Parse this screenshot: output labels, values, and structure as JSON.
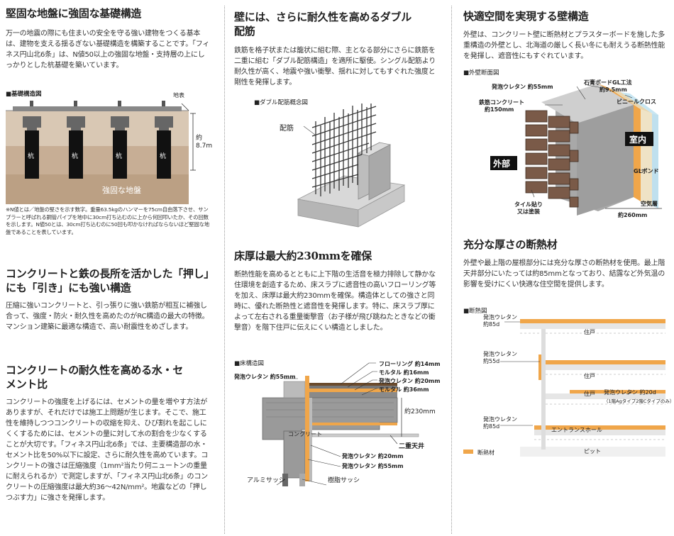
{
  "col1": {
    "h1": "堅固な地盤に強固な基礎構造",
    "p1": "万一の地震の際にも住まいの安全を守る強い建物をつくる基本は、建物を支える揺るぎない基礎構造を構築することです。「フィネス円山北6条」は、N値50以上の強固な地盤・支持層の上にしっかりとした杭基礎を築いています。",
    "fig1_caption": "■基礎構造図",
    "fig1_ground_label": "地表",
    "fig1_depth_label": "約8.7m",
    "fig1_pile_label": "杭",
    "fig1_strong_ground": "強固な地盤",
    "fig1_note": "※N値とは／地盤の堅さを示す数字。重量63.5kgのハンマーを75cm自由落下させ、サンプラーと呼ばれる鋼管パイプを地中に30cm打ち込むのに上から何回叩いたか、その回数を示します。N値50とは、30cm打ち込むのに50回も叩かなければならないほど堅固な地盤であることを表しています。",
    "h2": "コンクリートと鉄の長所を活かした「押し」にも「引き」にも強い構造",
    "p2": "圧縮に強いコンクリートと、引っ張りに強い鉄筋が相互に補強し合って、強度・防火・耐久性を高めたのがRC構造の最大の特徴。マンション建築に最適な構造で、高い耐震性をめざします。",
    "h3": "コンクリートの耐久性を高める水・セメント比",
    "p3": "コンクリートの強度を上げるには、セメントの量を増やす方法がありますが、それだけでは施工上問題が生じます。そこで、施工性を維持しつつコンクリートの収縮を抑え、ひび割れを起こしにくくするためには、セメントの量に対して水の割合を少なくすることが大切です。「フィネス円山北6条」では、主要構造部の水・セメント比を50%以下に設定、さらに耐久性を高めています。コンクリートの強さは圧縮強度（1mm²当たり何ニュートンの重量に耐えられるか）で測定しますが、「フィネス円山北6条」のコンクリートの圧縮強度は最大約36～42N/mm²。地震などの「押しつぶす力」に強さを発揮します。"
  },
  "col2": {
    "h1": "壁には、さらに耐久性を高めるダブル配筋",
    "p1": "鉄筋を格子状または籠状に組む際、主となる部分にさらに鉄筋を二重に組む「ダブル配筋構造」を適所に駆使。シングル配筋より耐久性が高く、地震や強い衝撃、揺れに対してもすぐれた強度と剛性を発揮します。",
    "fig1_caption": "■ダブル配筋概念図",
    "fig1_label": "配筋",
    "h2": "床厚は最大約230mmを確保",
    "p2": "断熱性能を高めるとともに上下階の生活音を極力排除して静かな住環境を創造するため、床スラブに遮音性の高いフローリング等を加え、床厚は最大約230mmを確保。構造体としての強さと同時に、優れた断熱性と遮音性を発揮します。特に、床スラブ厚によって左右される重量衝撃音（お子様が飛び跳ねたときなどの衝撃音）を階下住戸に伝えにくい構造としました。",
    "fig2_caption": "■床構造図",
    "fig2_labels": {
      "urethane_55_top": "発泡ウレタン 約55mm",
      "flooring": "フローリング 約14mm",
      "mortar16": "モルタル 約16mm",
      "urethane20": "発泡ウレタン 約20mm",
      "mortar36": "モルタル 約36mm",
      "thickness": "約230mm",
      "concrete": "コンクリート",
      "double_ceiling": "二重天井",
      "urethane20_b": "発泡ウレタン 約20mm",
      "urethane55_b": "発泡ウレタン 約55mm",
      "alumi_sash": "アルミサッシ",
      "resin_sash": "樹脂サッシ"
    }
  },
  "col3": {
    "h1": "快適空間を実現する壁構造",
    "p1": "外壁は、コンクリート壁に断熱材とプラスターボードを施した多重構造の外壁とし、北海道の厳しく長い冬にも耐えうる断熱性能を発揮し、遮音性にもすぐれています。",
    "fig1_caption": "■外壁断面図",
    "fig1_labels": {
      "urethane55": "発泡ウレタン 約55mm",
      "gypsum": "石膏ボードGL工法",
      "gypsum2": "約9.5mm",
      "concrete": "鉄筋コンクリート",
      "concrete2": "約150mm",
      "vinyl": "ビニールクロス",
      "indoor": "室内",
      "outdoor": "外部",
      "gl_bond": "GLボンド",
      "tile": "タイル貼り",
      "tile2": "又は塗装",
      "air": "空気層",
      "total": "約260mm"
    },
    "h2": "充分な厚さの断熱材",
    "p2": "外壁や最上階の屋根部分には充分な厚さの断熱材を使用。最上階天井部分にいたっては約85mmとなっており、結露など外気温の影響を受けにくい快適な住空間を提供します。",
    "fig2_caption": "■断熱図",
    "fig2_labels": {
      "u85_top": "発泡ウレタン",
      "u85_top2": "約85d",
      "u55": "発泡ウレタン",
      "u55_2": "約55d",
      "u20": "発泡ウレタン 約20d",
      "u20_note": "（1階Agタイプ2階Cタイプのみ）",
      "u85_b": "発泡ウレタン",
      "u85_b2": "約85d",
      "unit1": "住戸",
      "unit2": "住戸",
      "unit3": "住戸",
      "entrance": "エントランスホール",
      "pit": "ピット",
      "legend": "断熱材"
    }
  },
  "colors": {
    "insulation": "#f0a64a",
    "concrete": "#bdbdbd",
    "brick": "#7a5a48",
    "ground": "#cdb7a0"
  }
}
